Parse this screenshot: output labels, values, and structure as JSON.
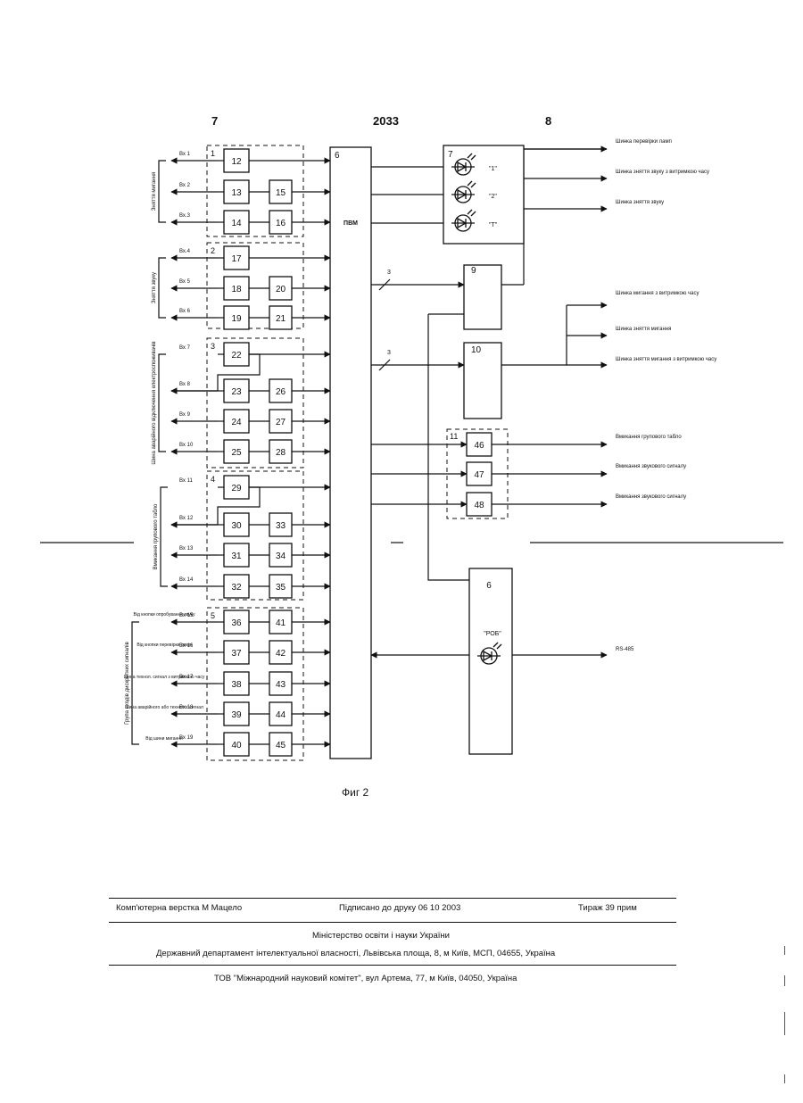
{
  "header": {
    "left": "7",
    "center": "2033",
    "right": "8"
  },
  "caption": "Фиг 2",
  "center_block": {
    "number": "6",
    "label": "ПВМ"
  },
  "groups": [
    {
      "number": "1",
      "blocks": [
        "12",
        "13",
        "14",
        "15",
        "16"
      ]
    },
    {
      "number": "2",
      "blocks": [
        "17",
        "18",
        "19",
        "20",
        "21"
      ]
    },
    {
      "number": "3",
      "blocks": [
        "22",
        "23",
        "24",
        "25",
        "26",
        "27",
        "28"
      ]
    },
    {
      "number": "4",
      "blocks": [
        "29",
        "30",
        "31",
        "32",
        "33",
        "34",
        "35"
      ]
    },
    {
      "number": "5",
      "blocks": [
        "36",
        "37",
        "38",
        "39",
        "40",
        "41",
        "42",
        "43",
        "44",
        "45"
      ]
    },
    {
      "number": "11",
      "blocks": [
        "46",
        "47",
        "48"
      ]
    }
  ],
  "inputs": [
    "Вх 1",
    "Вх 2",
    "Вх.3",
    "Вх.4",
    "Вх 5",
    "Вх 6",
    "Вх 7",
    "Вх 8",
    "Вх 9",
    "Вх 10",
    "Вх 11",
    "Вх 12",
    "Вх 13",
    "Вх 14",
    "Вх 15",
    "Вх 16",
    "Вх 17",
    "Вх 18",
    "Вх 19"
  ],
  "left_group_labels": [
    "Зняття мигання",
    "Зняття звуку",
    "Шина аварійного відключення електроспоживачів",
    "Вмикання групового табло",
    "Група входів дискретних сигналів"
  ],
  "left_sub_labels": [
    "Від кнопки опробування звуку",
    "Від кнопки перевірки ламп",
    "Шина технол. сигнал з витримкою часу",
    "Шина аварійного або технолог сигнал",
    "Від шини мигання"
  ],
  "indicator_block": {
    "number": "7",
    "lamps": [
      "\"1\"",
      "\"2\"",
      "\"Т\""
    ]
  },
  "relays": [
    {
      "number": "9"
    },
    {
      "number": "10"
    }
  ],
  "bus_count": "3",
  "output_block": {
    "number": "6",
    "lamp": "\"РОБ\""
  },
  "outputs": [
    "Шинка перевірки ламп",
    "Шинка зняття звуку з витримкою часу",
    "Шинка зняття звуку",
    "Шинка мигання з витримкою часу",
    "Шинка зняття мигання",
    "Шинка зняття мигання з витримкою часу",
    "Вмикання групового табло",
    "Вмикання звукового сигналу",
    "Вмикання звукового сигналу",
    "RS-485"
  ],
  "footer": {
    "typeset": "Комп'ютерна верстка М  Мацело",
    "signed": "Підписано до друку 06 10 2003",
    "print_run": "Тираж 39 прим",
    "ministry": "Міністерство освіти і науки України",
    "department": "Державний департамент інтелектуальної власності, Львівська площа, 8, м  Київ, МСП, 04655, Україна",
    "company": "ТОВ \"Міжнародний науковий комітет\", вул  Артема, 77, м  Київ, 04050, Україна"
  }
}
